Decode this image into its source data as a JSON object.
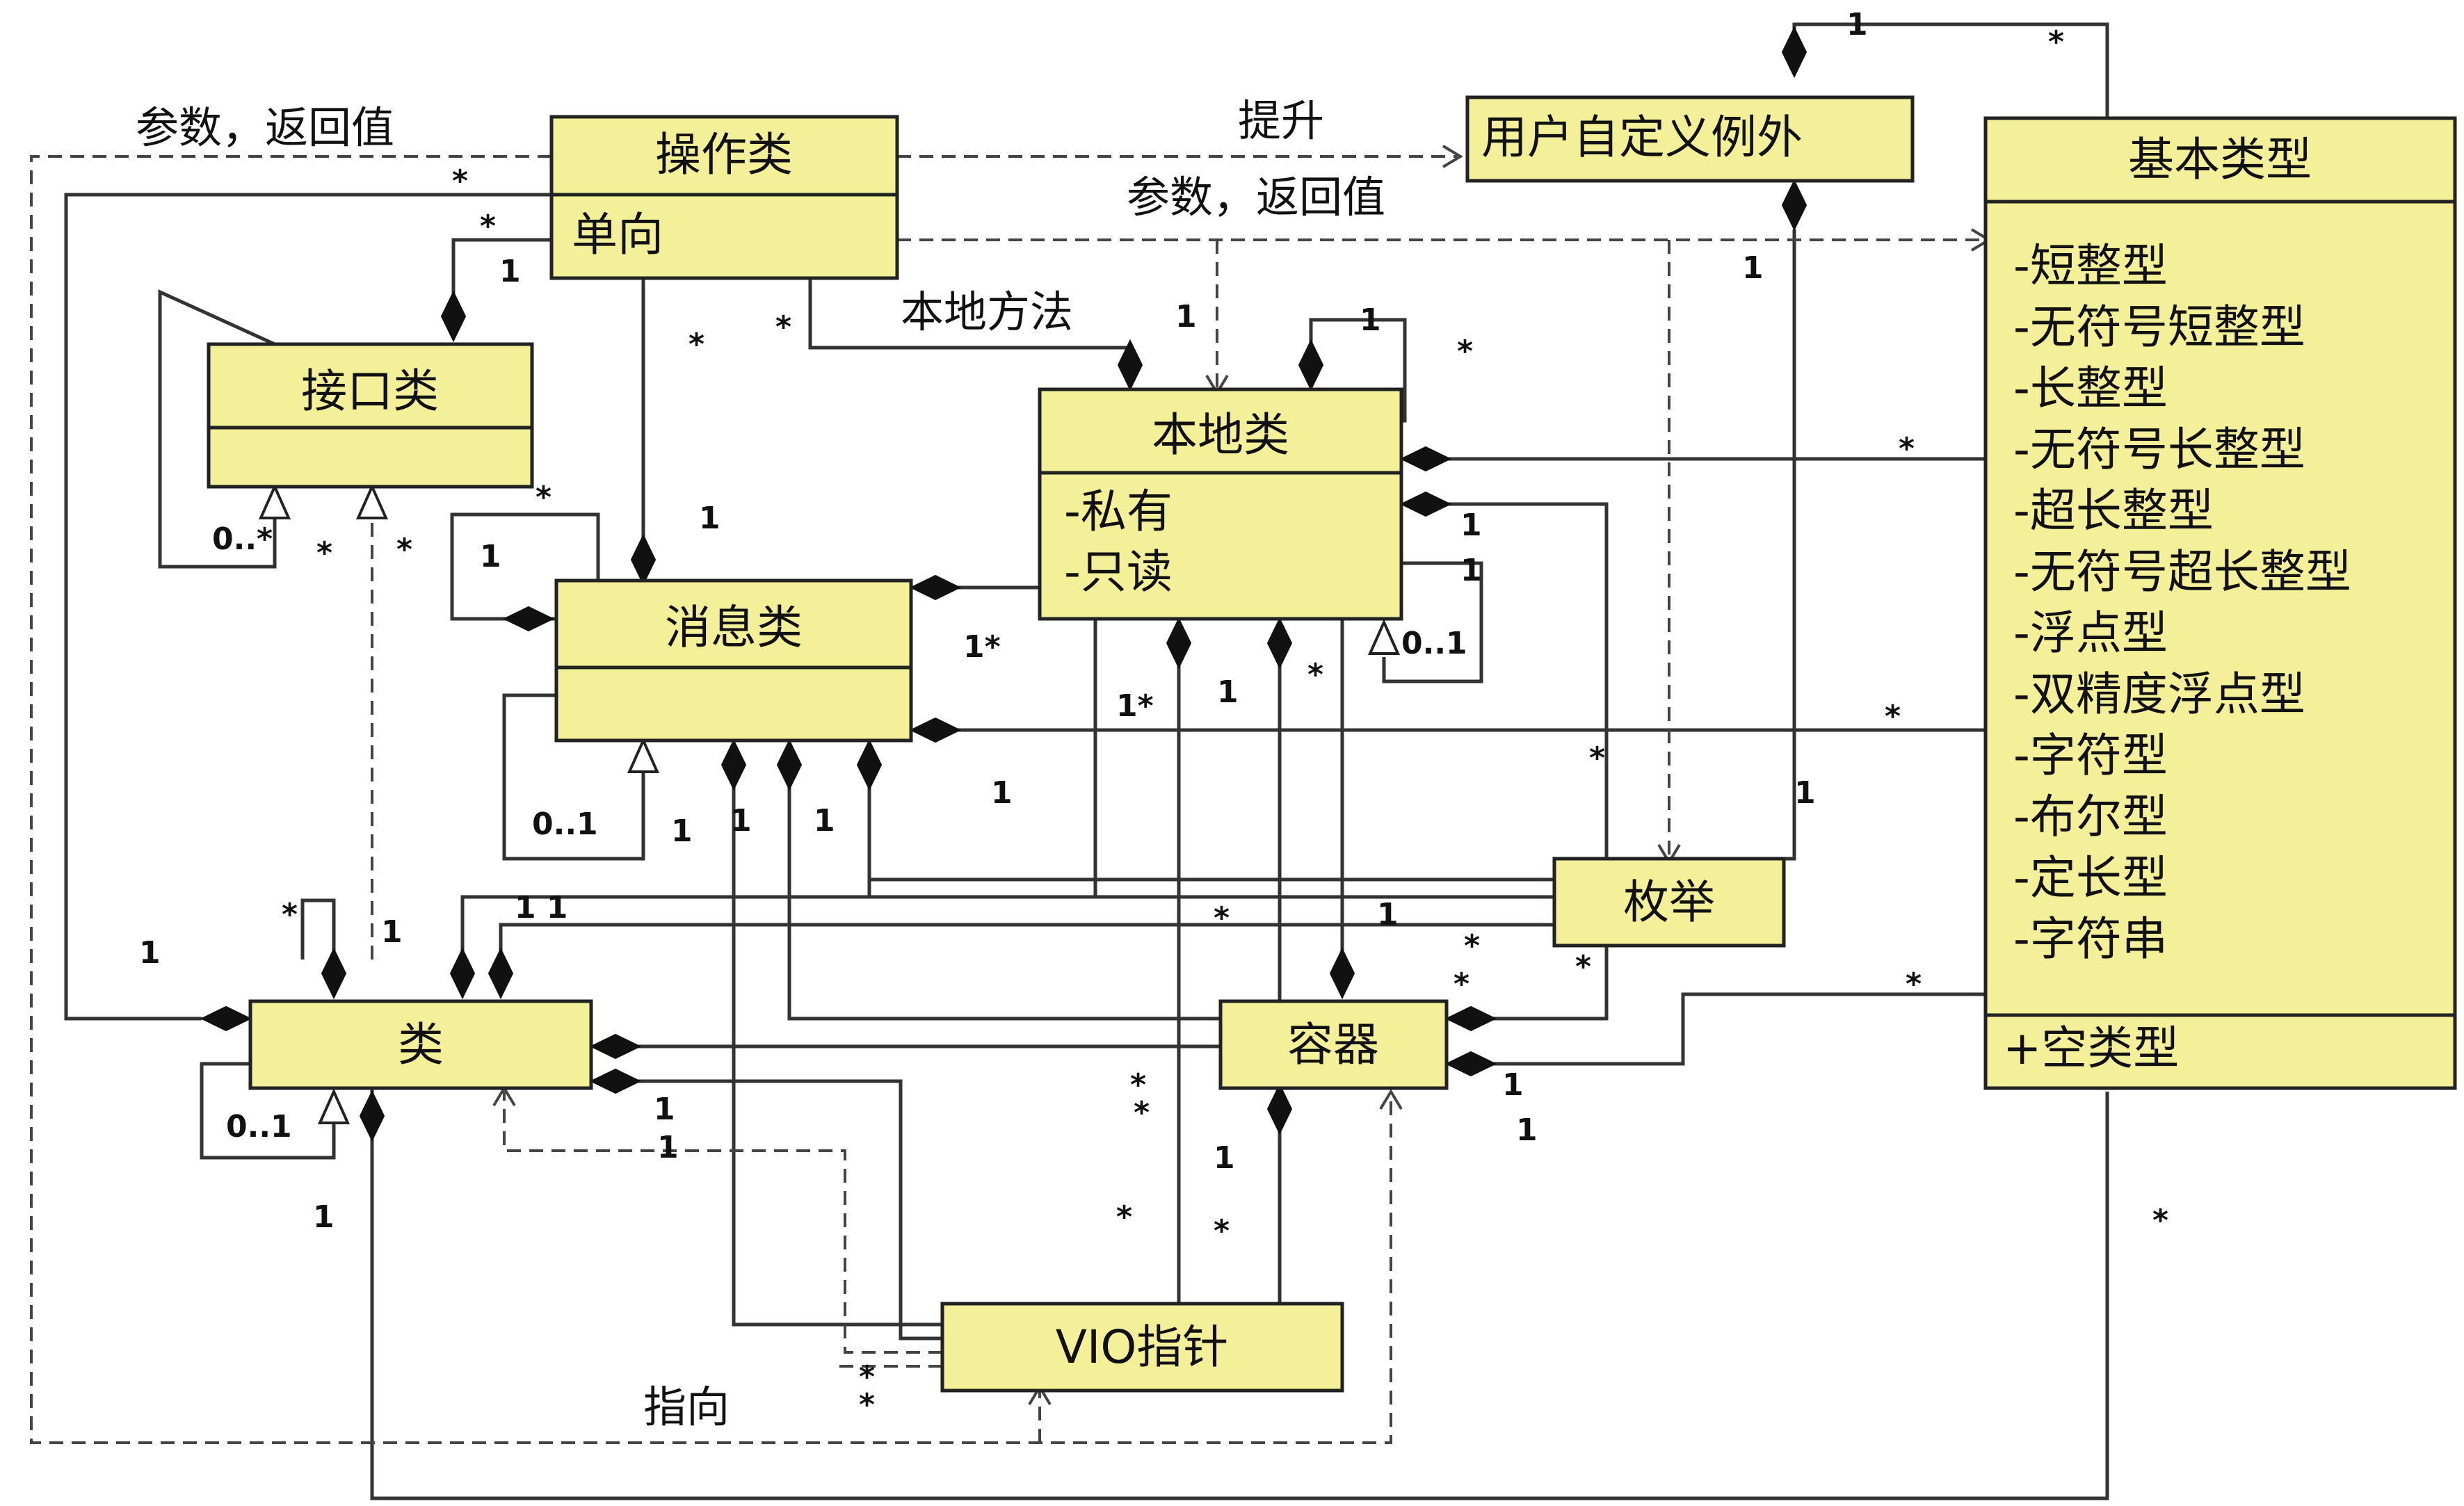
{
  "boxes": {
    "operation": {
      "title": "操作类",
      "attrs": [
        "单向"
      ]
    },
    "user_exception": {
      "title": "用户自定义例外"
    },
    "basic_type": {
      "title": "基本类型",
      "attrs": [
        "-短整型",
        "-无符号短整型",
        "-长整型",
        "-无符号长整型",
        "-超长整型",
        "-无符号超长整型",
        "-浮点型",
        "-双精度浮点型",
        "-字符型",
        "-布尔型",
        "-定长型",
        "-字符串"
      ],
      "ops": [
        "+空类型"
      ]
    },
    "interface": {
      "title": "接口类"
    },
    "local": {
      "title": "本地类",
      "attrs": [
        "-私有",
        "-只读"
      ]
    },
    "message": {
      "title": "消息类"
    },
    "enum": {
      "title": "枚举"
    },
    "class": {
      "title": "类"
    },
    "container": {
      "title": "容器"
    },
    "vio_pointer": {
      "title": "VIO指针"
    }
  },
  "labels": {
    "params_return_1": "参数，返回值",
    "params_return_2": "参数，返回值",
    "promote": "提升",
    "local_method": "本地方法",
    "points_to": "指向"
  },
  "multiplicities": {
    "m_exc_1": "1",
    "m_exc_star": "*",
    "m_exc_local_1": "1",
    "m_op_star": "*",
    "m_op_if_star": "*",
    "m_op_if_1": "1",
    "m_op_msg_star": "*",
    "m_op_local_star": "*",
    "m_op_local_1": "1",
    "m_self_local_1": "1",
    "m_self_local_star": "*",
    "m_if_self": "0..*",
    "m_if_star": "*",
    "m_if_class_star": "*",
    "m_msg_1": "1",
    "m_msg_self_star": "*",
    "m_msg_self_1": "1",
    "m_local_msg": "1*",
    "m_local_1a": "1",
    "m_local_1b": "1",
    "m_local_01": "0..1",
    "m_local_star": "*",
    "m_msg_01": "0..1",
    "m_msg_01_1": "1",
    "m_msg_class_1": "1",
    "m_msg_class_1b": "1",
    "m_msg_class_1c": "1",
    "m_1star": "1*",
    "m_local_class_1": "1",
    "m_basic_local": "*",
    "m_basic_msg": "*",
    "m_basic_cont": "*",
    "m_basic_bottom": "*",
    "m_enum_star": "*",
    "m_enum_1": "1",
    "m_class_11": "1 1",
    "m_class_star": "*",
    "m_class_1": "1",
    "m_class_self_1": "1",
    "m_class_01": "0..1",
    "m_class_left_1": "1",
    "m_class_bottom_1": "1",
    "m_class_vio_1a": "1",
    "m_class_vio_1b": "1",
    "m_enum_class_star": "*",
    "m_enum_class_1": "1",
    "m_cont_star1": "*",
    "m_cont_star2": "*",
    "m_cont_star3": "*",
    "m_cont_1a": "1",
    "m_cont_1b": "1",
    "m_cont_vio_1": "1",
    "m_cont_vio_star": "*",
    "m_vio_star1": "*",
    "m_vio_star2": "*",
    "m_vio_star3": "*",
    "m_vio_star4": "*",
    "m_vio_star5": "*"
  }
}
